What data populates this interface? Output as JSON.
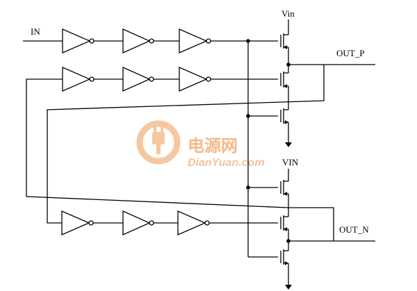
{
  "labels": {
    "in": "IN",
    "vin_top": "Vin",
    "vin_mid": "VIN",
    "out_p": "OUT_P",
    "out_n": "OUT_N"
  },
  "watermark": {
    "cn_text": "电源网",
    "en_text": "DianYuan.com",
    "icon": "power-plug-icon",
    "color": "#f4b98a"
  }
}
